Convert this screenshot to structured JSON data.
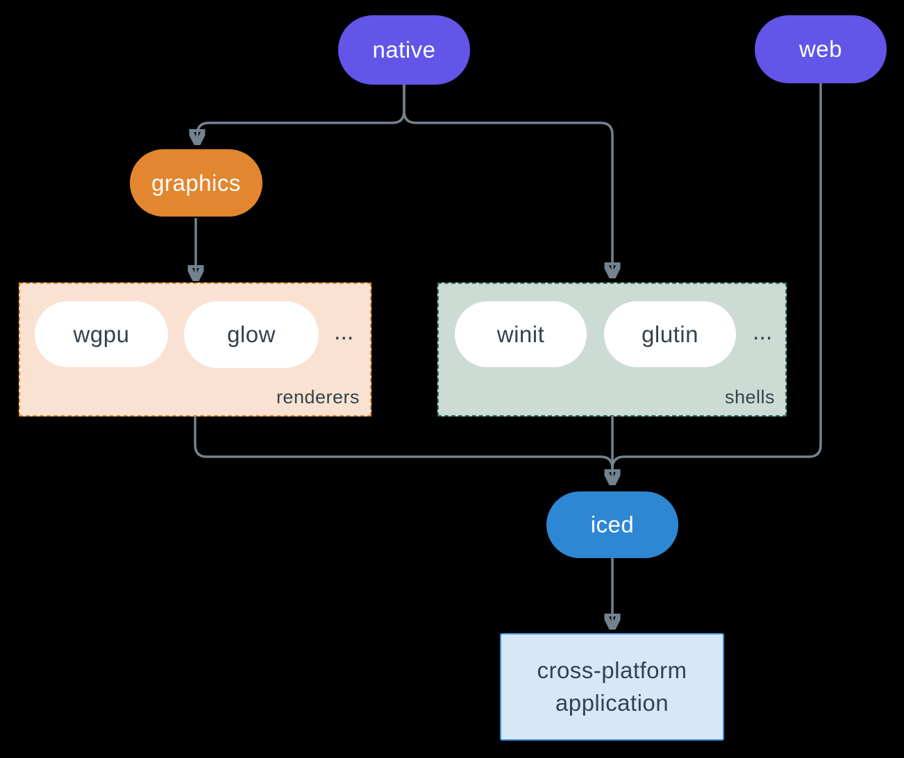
{
  "diagram": {
    "nodes": {
      "native": {
        "label": "native"
      },
      "web": {
        "label": "web"
      },
      "graphics": {
        "label": "graphics"
      },
      "iced": {
        "label": "iced"
      },
      "application": {
        "line1": "cross-platform",
        "line2": "application"
      }
    },
    "groups": {
      "renderers": {
        "label": "renderers",
        "items": [
          "wgpu",
          "glow"
        ],
        "ellipsis": "..."
      },
      "shells": {
        "label": "shells",
        "items": [
          "winit",
          "glutin"
        ],
        "ellipsis": "..."
      }
    },
    "colors": {
      "platform_pill": "#6355e8",
      "graphics_pill": "#e2862f",
      "iced_pill": "#2e87d2",
      "item_pill_bg": "#ffffff",
      "renderers_bg": "#f9e2d1",
      "renderers_border": "#e2862f",
      "shells_bg": "#ccdcd4",
      "shells_border": "#2e7568",
      "app_bg": "#d6e7f8",
      "app_border": "#3e8fdb",
      "text_dark": "#33424f",
      "text_light": "#ffffff",
      "edge": "#74828f",
      "background": "#000000"
    }
  }
}
